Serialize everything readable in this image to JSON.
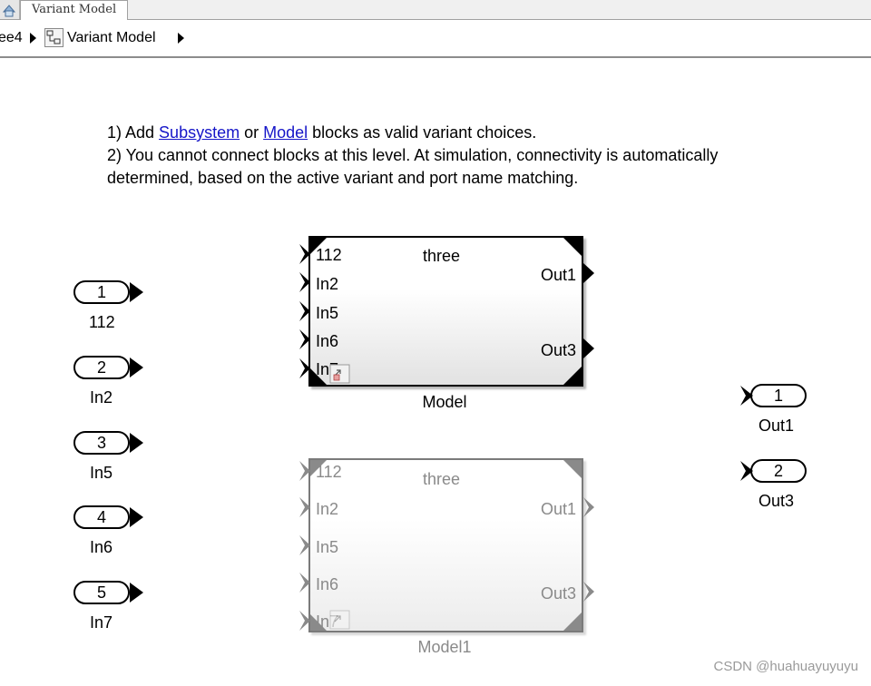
{
  "tabs": {
    "active_model": "Variant Model"
  },
  "breadcrumb": {
    "parent": "ee4",
    "current": "Variant Model"
  },
  "annotation": {
    "line1_prefix": "1) Add ",
    "line1_link1": "Subsystem",
    "line1_mid": " or ",
    "line1_link2": "Model",
    "line1_suffix": " blocks as valid variant choices.",
    "line2": "2) You cannot connect blocks at this level. At simulation, connectivity is automatically",
    "line3": "determined, based on the active variant and port name matching."
  },
  "inports": [
    {
      "number": "1",
      "name": "112"
    },
    {
      "number": "2",
      "name": "In2"
    },
    {
      "number": "3",
      "name": "In5"
    },
    {
      "number": "4",
      "name": "In6"
    },
    {
      "number": "5",
      "name": "In7"
    }
  ],
  "outports": [
    {
      "number": "1",
      "name": "Out1"
    },
    {
      "number": "2",
      "name": "Out3"
    }
  ],
  "model_active": {
    "name": "Model",
    "referenced_model": "three",
    "inputs": [
      "112",
      "In2",
      "In5",
      "In6",
      "In7"
    ],
    "outputs": [
      "Out1",
      "Out3"
    ]
  },
  "model_inactive": {
    "name": "Model1",
    "referenced_model": "three",
    "inputs": [
      "112",
      "In2",
      "In5",
      "In6",
      "In7"
    ],
    "outputs": [
      "Out1",
      "Out3"
    ]
  },
  "colors": {
    "link": "#1515c8",
    "inactive": "#8a8a8a"
  },
  "watermark": "CSDN @huahuayuyuyu"
}
